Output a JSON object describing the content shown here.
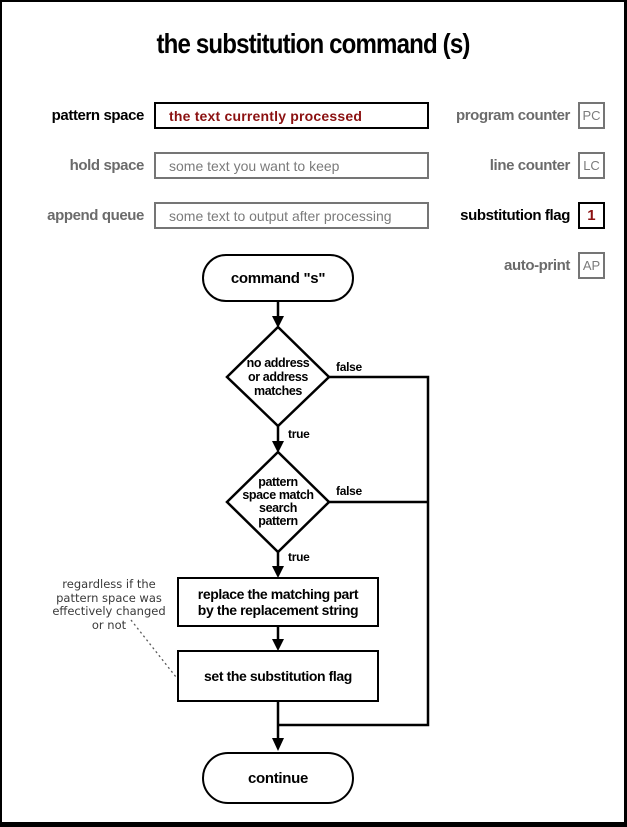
{
  "title": "the substitution command (s)",
  "colors": {
    "accent_red": "#8b1111",
    "gray_label": "#6b6b6b",
    "gray_border": "#757575",
    "line_black": "#000000"
  },
  "registers": {
    "left": [
      {
        "label": "pattern space",
        "value": "the text currently processed"
      },
      {
        "label": "hold space",
        "value": "some text you want to keep"
      },
      {
        "label": "append queue",
        "value": "some text to output after processing"
      }
    ],
    "right": [
      {
        "label": "program counter",
        "value": "PC"
      },
      {
        "label": "line counter",
        "value": "LC"
      },
      {
        "label": "substitution flag",
        "value": "1"
      },
      {
        "label": "auto-print",
        "value": "AP"
      }
    ]
  },
  "flowchart": {
    "start_label": "command \"s\"",
    "decision_address": "no address\nor address\nmatches",
    "decision_match": "pattern\nspace match\nsearch\npattern",
    "process_replace": "replace the matching part\nby the replacement string",
    "process_set_flag": "set the substitution flag",
    "end_label": "continue",
    "branch_true": "true",
    "branch_false": "false",
    "annotation": "regardless if the\npattern space was\neffectively changed\nor not"
  }
}
